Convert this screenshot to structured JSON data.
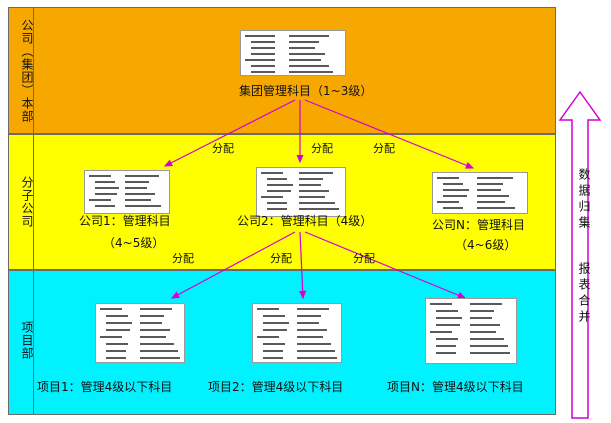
{
  "bands": {
    "hq_label": "公司（集团）本部",
    "subsidiary_label": "分子公司",
    "project_label": "项目部"
  },
  "group_chart": {
    "caption": "集团管理科目（1~3级）"
  },
  "companies": [
    {
      "caption_line1": "公司1：管理科目",
      "caption_line2": "（4~5级）"
    },
    {
      "caption_line1": "公司2：管理科目（4级）",
      "caption_line2": ""
    },
    {
      "caption_line1": "公司N：管理科目",
      "caption_line2": "（4~6级）"
    }
  ],
  "projects": [
    {
      "caption": "项目1：管理4级以下科目"
    },
    {
      "caption": "项目2：管理4级以下科目"
    },
    {
      "caption": "项目N：管理4级以下科目"
    }
  ],
  "allocate_label": "分配",
  "side_text": {
    "line1": "数据归集",
    "line2": "报表合并"
  },
  "colors": {
    "hq_band": "#f7a800",
    "subsidiary_band": "#ffff00",
    "project_band": "#00f2ff",
    "arrow": "#d400d4"
  }
}
